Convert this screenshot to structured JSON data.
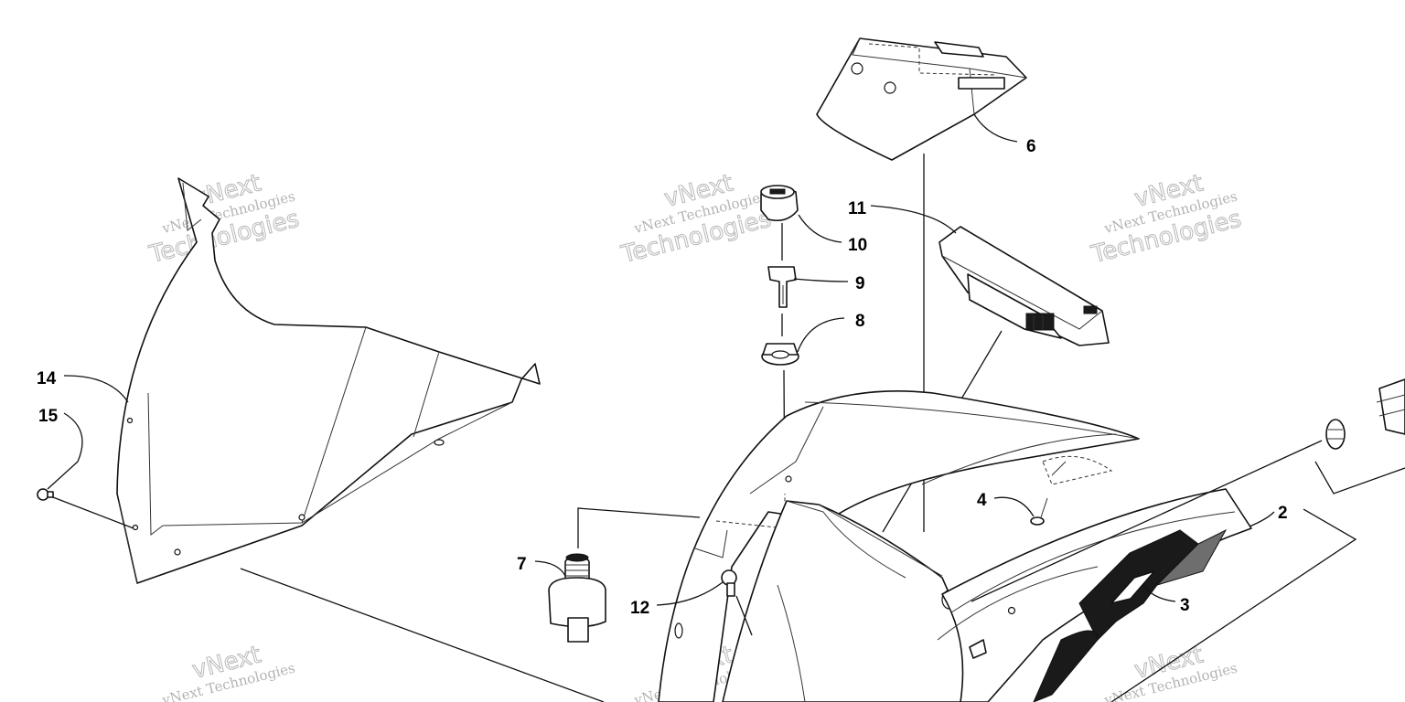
{
  "callouts": [
    "2",
    "3",
    "4",
    "6",
    "7",
    "8",
    "9",
    "10",
    "11",
    "12",
    "14",
    "15"
  ],
  "watermark": {
    "brand": "vNext",
    "line1": "vNext Technologies",
    "line2": "Technologies"
  },
  "colors": {
    "ink": "#111111",
    "watermark": "#9a9a9a",
    "background": "#ffffff"
  }
}
